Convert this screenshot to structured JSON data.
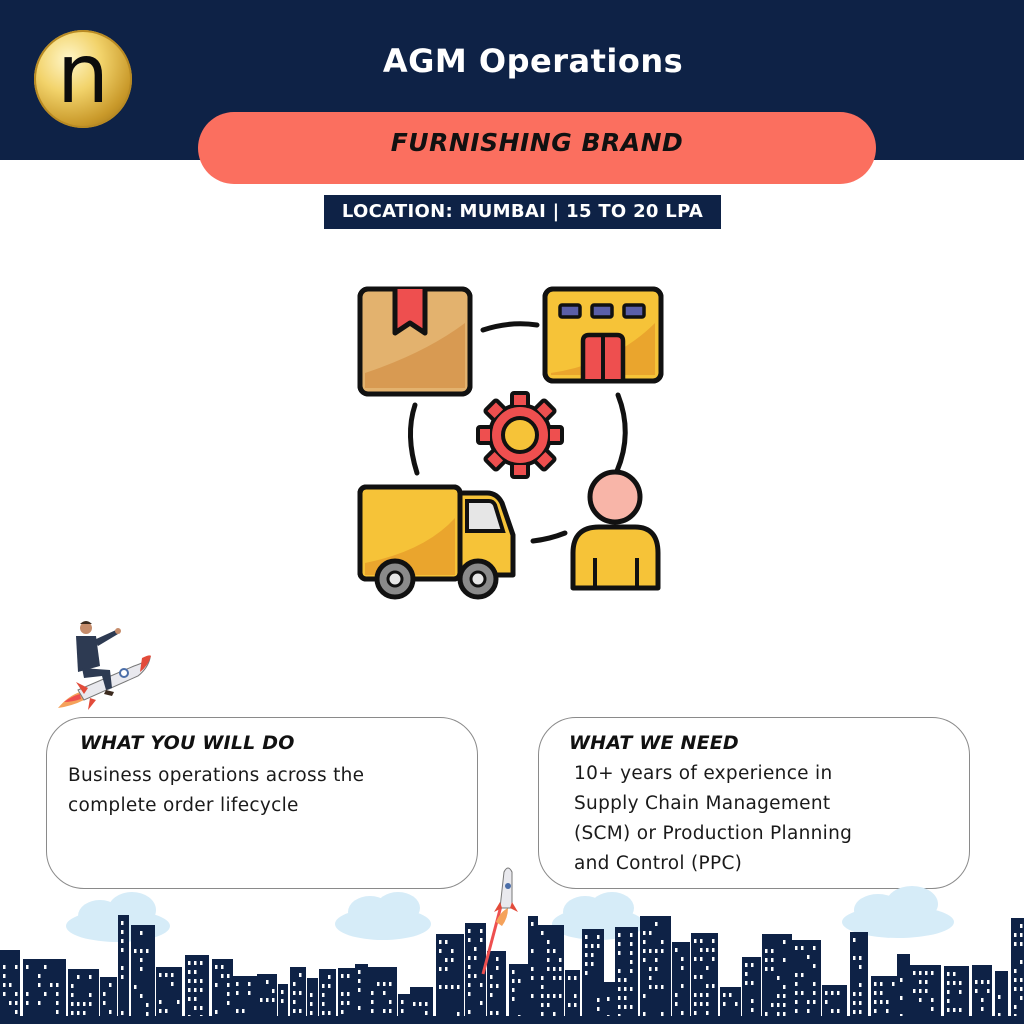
{
  "header": {
    "logo_letter": "n",
    "title": "AGM Operations",
    "company_type": "FURNISHING BRAND",
    "location_salary": "LOCATION: MUMBAI | 15 TO 20 LPA"
  },
  "illustration": {
    "icons": [
      "package-box-icon",
      "warehouse-icon",
      "gear-icon",
      "delivery-truck-icon",
      "customer-person-icon"
    ]
  },
  "what_you_will_do": {
    "heading": "WHAT YOU WILL DO",
    "lines": [
      "Business operations across the",
      "complete order lifecycle"
    ]
  },
  "what_we_need": {
    "heading": "WHAT WE NEED",
    "lines": [
      "10+ years of experience in",
      "Supply Chain Management",
      "(SCM) or Production Planning",
      "and Control (PPC)"
    ]
  },
  "colors": {
    "navy": "#0e2246",
    "coral": "#fb6f5f",
    "gold": "#d4a938",
    "white": "#ffffff"
  }
}
